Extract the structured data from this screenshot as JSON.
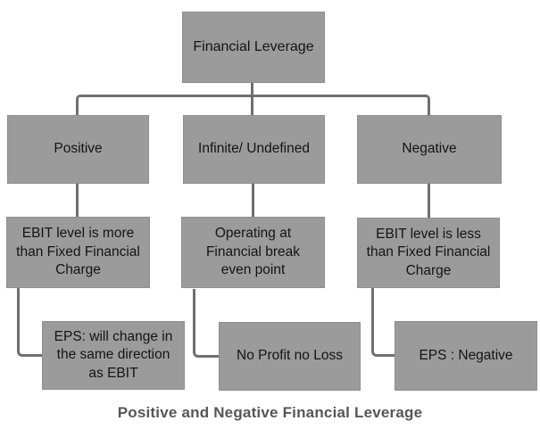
{
  "diagram": {
    "caption": "Positive and Negative Financial Leverage",
    "colors": {
      "node_fill": "#9b9b9b",
      "node_border": "#8e8e8e",
      "node_text": "#141414",
      "connector": "#6f6f6f",
      "caption_text": "#565656",
      "background": "#ffffff"
    },
    "nodes": {
      "root": {
        "label": "Financial Leverage"
      },
      "positive": {
        "label": "Positive"
      },
      "infinite": {
        "label": "Infinite/ Undefined"
      },
      "negative": {
        "label": "Negative"
      },
      "ebit_more": {
        "label": "EBIT level is more\nthan Fixed Financial\nCharge"
      },
      "operating": {
        "label": "Operating at\nFinancial break\neven point"
      },
      "ebit_less": {
        "label": "EBIT level is less\nthan Fixed Financial\nCharge"
      },
      "eps_change": {
        "label": "EPS: will change in\nthe same direction\nas EBIT"
      },
      "no_profit": {
        "label": "No Profit no Loss"
      },
      "eps_negative": {
        "label": "EPS : Negative"
      }
    }
  }
}
